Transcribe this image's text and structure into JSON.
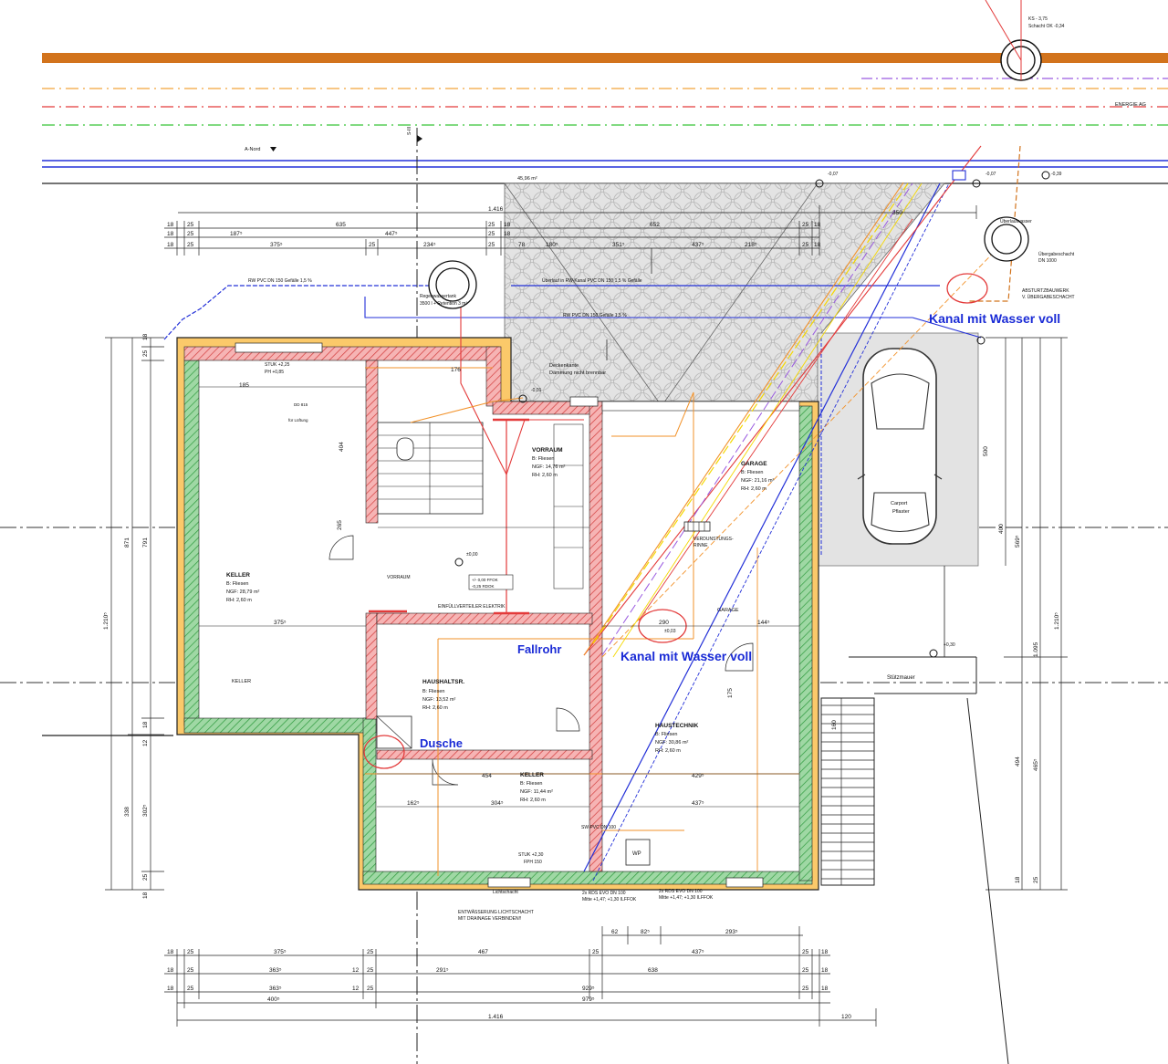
{
  "manhole_top": {
    "id": "KS - 3,75",
    "note": "Schacht OK -0,34"
  },
  "utility_energie": "ENERGIE AG",
  "north_label": "A-Nord",
  "section_label": "S-III",
  "levels": {
    "l1": "-0,07",
    "l2": "-0,07",
    "l3": "-0,39",
    "l4": "-0,01",
    "l5": "+0,30",
    "l6": "±0,00",
    "l7": "±0,03"
  },
  "pipes": {
    "rw_left": "RW PVC DN 150 Gefälle 1,5 %",
    "overflow": "Überlauf in RW-Kanal PVC DN 150 1,5 % Gefälle",
    "rw_mid": "RW PVC DN 150 Gefälle 1,5 %",
    "sw_pvc": "SW PVC DN 100",
    "rds_left": "2x RDS EVO DN 100",
    "rds_left_sub": "Mitte +1,47; +1,30 ILFFOK",
    "rds_right": "2x RDS EVO DN 100",
    "rds_right_sub": "Mitte +1,47; +1,30 ILFFOK"
  },
  "tank": {
    "name": "Regenwassertank",
    "spec": "3500 l +  Retention 3 m³"
  },
  "overflow_shaft": "Überlaufwasser",
  "transfer_shaft": {
    "name": "Übergabeschacht",
    "size": "DN 1000"
  },
  "drop_structure": {
    "l1": "ABSTURTZBAUWERK",
    "l2": "V. ÜBERGABESCHACHT"
  },
  "cover": {
    "area": "45,96 m²",
    "l1": "Deckenkante",
    "l2": "Dämmung nicht brennbar"
  },
  "annotations": {
    "kanal_top": "Kanal mit Wasser voll",
    "kanal_mid": "Kanal mit Wasser voll",
    "fallrohr": "Fallrohr",
    "dusche": "Dusche"
  },
  "carport": {
    "name": "Carport",
    "floor": "Pflaster"
  },
  "stuetzmauer": "Stützmauer",
  "stuk_top": {
    "l1": "STUK +2,25",
    "l2": "PH +0,85"
  },
  "stuk_bottom": {
    "l1": "STUK +2,30",
    "l2": "FPH 150"
  },
  "fan": {
    "l1": "DD 815",
    "l2": "für Lüftung"
  },
  "lichtschacht": "Lichtschacht",
  "drainage": {
    "l1": "ENTWÄSSERUNG LICHTSCHACHT",
    "l2": "MIT DRAINAGE VERBINDEN!!"
  },
  "rooms": {
    "keller_left": {
      "name": "KELLER",
      "floor": "B:   Fliesen",
      "ngf": "NGF: 28,79 m²",
      "rh": "RH:    2,60 m"
    },
    "keller_left2": "KELLER",
    "vorraum_top": {
      "name": "VORRAUM",
      "floor": "B:   Fliesen",
      "ngf": "NGF: 14,76 m²",
      "rh": "RH:    2,60 m"
    },
    "vorraum_small": "VORRAUM",
    "garage_top": {
      "name": "GARAGE",
      "floor": "B:    Fliesen",
      "ngf": "NGF: 21,16 m²",
      "rh": "RH:    2,60 m"
    },
    "garage_mid": "GARAGE",
    "verdunstung": {
      "l1": "VERDUNSTUNGS-",
      "l2": "RINNE"
    },
    "haushalt": {
      "name": "HAUSHALTSR.",
      "floor": "B:      Fliesen",
      "ngf": "NGF:   13,52 m²",
      "rh": "RH:       2,60 m"
    },
    "haustechnik": {
      "name": "HAUSTECHNIK",
      "floor": "B:       Fliesen",
      "ngf": "NGF:    30,86 m²",
      "rh": "RH:       2,60 m"
    },
    "keller_bottom": {
      "name": "KELLER",
      "floor": "B:    Fliesen",
      "ngf": "NGF: 11,44 m²",
      "rh": "RH:    2,60 m"
    }
  },
  "floor_label": {
    "l1": "+/- 0,00 FFOK",
    "l2": "-0,25 RDOK"
  },
  "distributor": "EINFÜLLVERTEILER ELEKTRIK",
  "wp_label": "WP",
  "dims_top": {
    "r1a": "18",
    "r1b": "25",
    "r1c": "635",
    "r1d": "25",
    "r1e": "18",
    "r1f": "652",
    "r1g": "25",
    "r1h": "18",
    "r2a": "18",
    "r2b": "25",
    "r2c": "187⁵",
    "r2d": "447⁵",
    "r2e": "25",
    "r2f": "18",
    "r3a": "18",
    "r3b": "25",
    "r3c": "375⁵",
    "r3d": "25",
    "r3e": "234⁵",
    "r3f": "25",
    "r3g": "78",
    "r3h": "180⁵",
    "r3i": "351⁵",
    "r3j": "437⁵",
    "r3k": "218⁵",
    "r3l": "25",
    "r3m": "18",
    "total": "1.416",
    "right": "350"
  },
  "dims_bottom": {
    "b1a": "18",
    "b1b": "25",
    "b1c": "375⁵",
    "b1d": "25",
    "b1e": "467",
    "b1f": "25",
    "b1g": "437⁵",
    "b1h": "25",
    "b1i": "18",
    "b2a": "18",
    "b2b": "25",
    "b2c": "363⁵",
    "b2d": "12",
    "b2e": "25",
    "b2f": "291⁵",
    "b2g": "638",
    "b2h": "25",
    "b2i": "18",
    "b3a": "18",
    "b3b": "25",
    "b3c": "363⁵",
    "b3d": "12",
    "b3e": "25",
    "b3f": "929⁵",
    "b3g": "25",
    "b3h": "18",
    "b4a": "400⁵",
    "b4b": "979⁵",
    "total": "1.416",
    "extra": "120",
    "c1": "62",
    "c2": "82⁵",
    "c3": "293⁵"
  },
  "dims_left": {
    "d1": "1.210⁵",
    "d2": "871",
    "d3": "791",
    "d4": "338",
    "d5": "302⁵",
    "d6": "18",
    "d7": "25",
    "d8": "18",
    "d9": "25",
    "d10": "12",
    "d11": "18"
  },
  "dims_right": {
    "d1": "1.210⁵",
    "d2": "1.095",
    "d3": "494",
    "d4": "465⁵",
    "d5": "500",
    "d6": "400",
    "d7": "569⁵",
    "d8": "18",
    "d9": "25"
  },
  "inner_dims": {
    "i1": "375⁵",
    "i2": "265",
    "i3": "404",
    "i4": "144⁵",
    "i5": "454",
    "i6": "429⁵",
    "i7": "162⁵",
    "i8": "304⁵",
    "i9": "437⁵",
    "i10": "176",
    "i11": "290",
    "i12": "185",
    "i13": "175",
    "i14": "160"
  }
}
